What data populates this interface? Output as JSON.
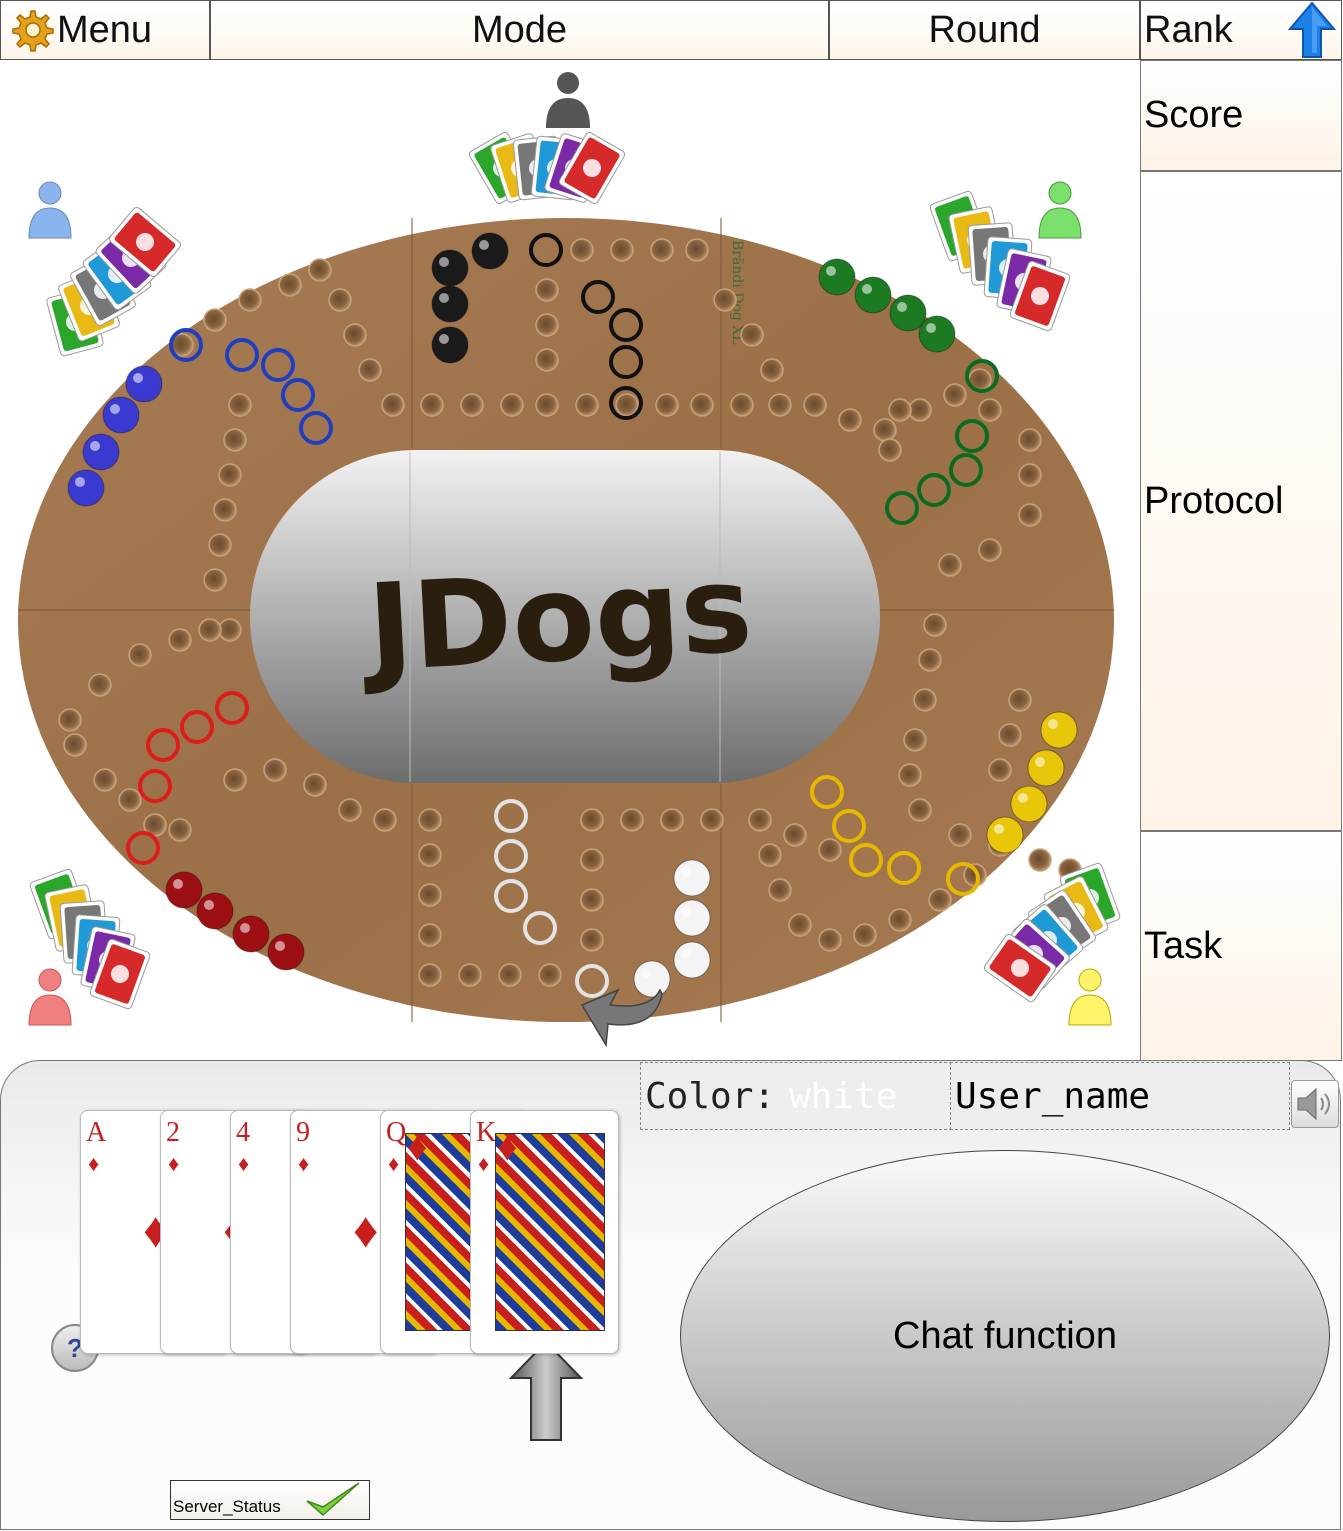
{
  "header": {
    "menu_label": "Menu",
    "mode_label": "Mode",
    "round_label": "Round",
    "rank_label": "Rank"
  },
  "sidebar": {
    "score_label": "Score",
    "protocol_label": "Protocol",
    "task_label": "Task"
  },
  "board": {
    "logo_text": "JDogs",
    "brand_text": "Brändi Dog XL",
    "players": [
      {
        "color": "black",
        "hex": "#222222",
        "icon_hex": "#555555"
      },
      {
        "color": "green",
        "hex": "#1c7a22",
        "icon_hex": "#7be06b"
      },
      {
        "color": "yellow",
        "hex": "#e8c60a",
        "icon_hex": "#fff36a"
      },
      {
        "color": "white",
        "hex": "#f4f4f4",
        "icon_hex": "#ffffff"
      },
      {
        "color": "red",
        "hex": "#c0181c",
        "icon_hex": "#f08080"
      },
      {
        "color": "blue",
        "hex": "#3a3ad0",
        "icon_hex": "#8ab4ee"
      }
    ]
  },
  "hand": {
    "cards": [
      {
        "rank": "A",
        "suit": "♦"
      },
      {
        "rank": "2",
        "suit": "♦"
      },
      {
        "rank": "4",
        "suit": "♦"
      },
      {
        "rank": "9",
        "suit": "♦"
      },
      {
        "rank": "Q",
        "suit": "♦"
      },
      {
        "rank": "K",
        "suit": "♦"
      }
    ]
  },
  "status": {
    "color_label": "Color:",
    "color_value": "white",
    "user_name": "User_name",
    "chat_label": "Chat function",
    "server_status_label": "Server_Status",
    "help_label": "?"
  }
}
